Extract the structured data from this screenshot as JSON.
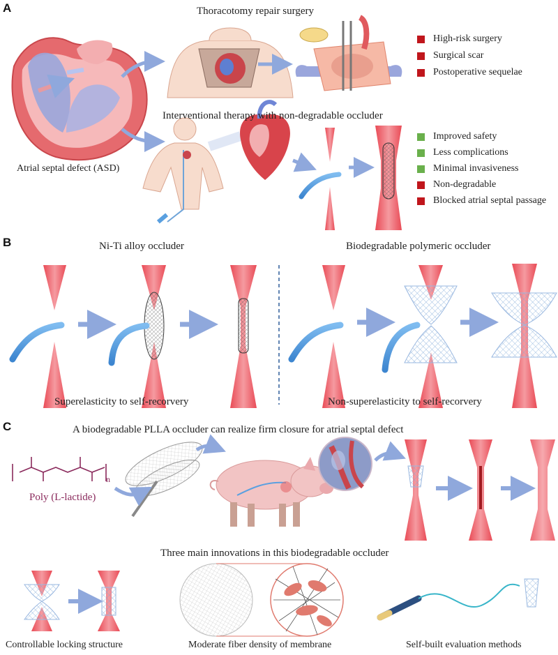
{
  "panels": {
    "A": {
      "letter": "A",
      "thoracotomy_title": "Thoracotomy repair surgery",
      "interventional_title": "Interventional therapy with non-degradable occluder",
      "asd_label": "Atrial septal defect (ASD)",
      "thoracotomy_points": [
        {
          "text": "High-risk surgery",
          "color": "#c0161c"
        },
        {
          "text": "Surgical scar",
          "color": "#c0161c"
        },
        {
          "text": "Postoperative sequelae",
          "color": "#c0161c"
        }
      ],
      "interventional_points": [
        {
          "text": "Improved safety",
          "color": "#6ab04c"
        },
        {
          "text": "Less complications",
          "color": "#6ab04c"
        },
        {
          "text": "Minimal invasiveness",
          "color": "#6ab04c"
        },
        {
          "text": "Non-degradable",
          "color": "#c0161c"
        },
        {
          "text": "Blocked atrial septal passage",
          "color": "#c0161c"
        }
      ]
    },
    "B": {
      "letter": "B",
      "left_title": "Ni-Ti alloy occluder",
      "right_title": "Biodegradable polymeric occluder",
      "left_caption": "Superelasticity to self-recorvery",
      "right_caption": "Non-superelasticity to self-recorvery"
    },
    "C": {
      "letter": "C",
      "title": "A biodegradable PLLA occluder can realize firm closure for atrial septal defect",
      "polymer_name": "Poly (L-lactide)",
      "polymer_subscript": "n",
      "innovations_title": "Three main innovations in this biodegradable occluder",
      "innovations": [
        "Controllable locking structure",
        "Moderate fiber density of membrane",
        "Self-built evaluation methods"
      ]
    }
  },
  "colors": {
    "arrow": "#8fa8dc",
    "tissue": "#e8575f",
    "catheter": "#5aa0e0",
    "polymer": "#8a2a5c",
    "divider": "#2f5d9a"
  }
}
